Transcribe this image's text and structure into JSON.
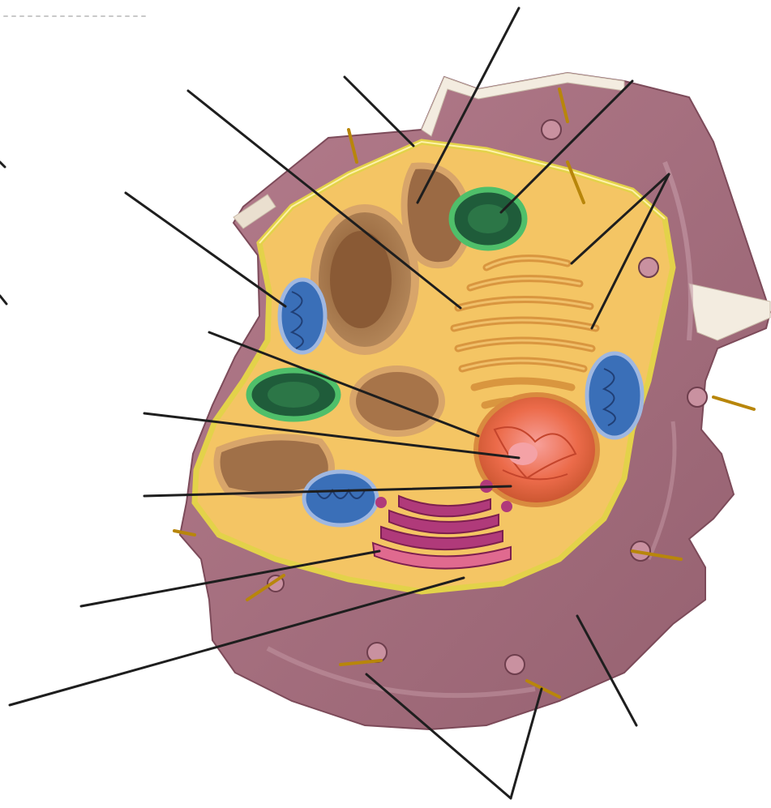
{
  "diagram": {
    "type": "plant-cell-cutaway",
    "labels_visible": false,
    "colors": {
      "cell_wall": "#a56d7e",
      "cell_wall_top": "#f3ece0",
      "cytoplasm": "#f5c66a",
      "vacuole": "#9a6b45",
      "chloroplast": "#3f8f55",
      "mitochondrion": "#3c78c0",
      "nucleus": "#ec6b4a",
      "golgi": "#b03a7a",
      "endoplasmic_reticulum": "#d9963f",
      "leader_line": "#1e1e1e"
    },
    "structures": [
      {
        "name": "cell-wall"
      },
      {
        "name": "cell-membrane"
      },
      {
        "name": "vacuole"
      },
      {
        "name": "chloroplast"
      },
      {
        "name": "mitochondrion"
      },
      {
        "name": "nucleus"
      },
      {
        "name": "nucleolus"
      },
      {
        "name": "endoplasmic-reticulum"
      },
      {
        "name": "golgi-apparatus"
      },
      {
        "name": "plasmodesmata"
      }
    ],
    "leader_line_count": 16
  }
}
